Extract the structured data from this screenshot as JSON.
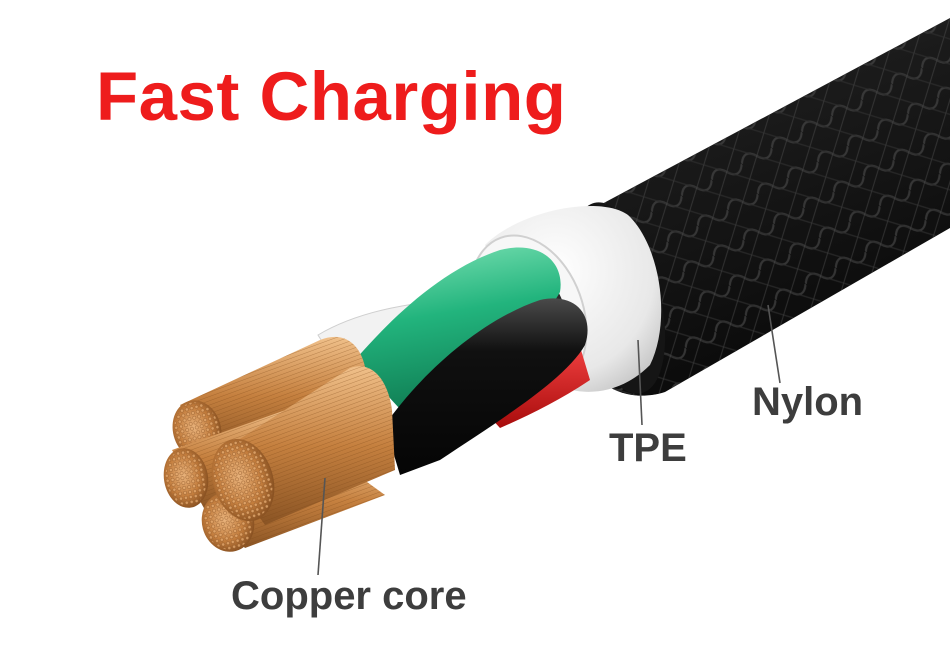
{
  "headline": "Fast Charging",
  "labels": {
    "nylon": "Nylon",
    "tpe": "TPE",
    "copper_core": "Copper core"
  },
  "colors": {
    "headline": "#ee1c1c",
    "label": "#3d3d3d",
    "nylon_jacket": "#1a1a1a",
    "tpe_sleeve": "#ececec",
    "wire_green": "#1fae79",
    "wire_red": "#d81818",
    "wire_black": "#0e0e0e",
    "copper": "#c8864c"
  }
}
